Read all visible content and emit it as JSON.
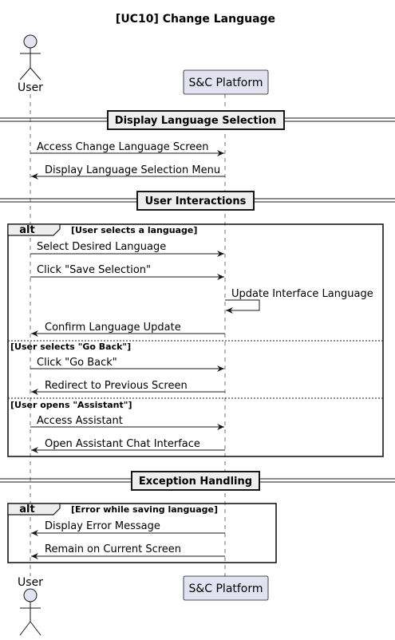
{
  "title": "[UC10] Change Language",
  "participants": {
    "user": {
      "label": "User"
    },
    "platform": {
      "label": "S&C Platform"
    }
  },
  "dividers": [
    "Display Language Selection",
    "User Interactions",
    "Exception Handling"
  ],
  "alt_label": "alt",
  "alt1": {
    "conditions": [
      "[User selects a language]",
      "[User selects \"Go Back\"]",
      "[User opens \"Assistant\"]"
    ]
  },
  "alt2": {
    "conditions": [
      "[Error while saving language]"
    ]
  },
  "messages": [
    {
      "from": "user",
      "to": "platform",
      "text": "Access Change Language Screen"
    },
    {
      "from": "platform",
      "to": "user",
      "text": "Display Language Selection Menu"
    },
    {
      "from": "user",
      "to": "platform",
      "text": "Select Desired Language"
    },
    {
      "from": "user",
      "to": "platform",
      "text": "Click \"Save Selection\""
    },
    {
      "from": "platform",
      "to": "platform",
      "text": "Update Interface Language"
    },
    {
      "from": "platform",
      "to": "user",
      "text": "Confirm Language Update"
    },
    {
      "from": "user",
      "to": "platform",
      "text": "Click \"Go Back\""
    },
    {
      "from": "platform",
      "to": "user",
      "text": "Redirect to Previous Screen"
    },
    {
      "from": "user",
      "to": "platform",
      "text": "Access Assistant"
    },
    {
      "from": "platform",
      "to": "user",
      "text": "Open Assistant Chat Interface"
    },
    {
      "from": "platform",
      "to": "user",
      "text": "Display Error Message"
    },
    {
      "from": "platform",
      "to": "user",
      "text": "Remain on Current Screen"
    }
  ],
  "colors": {
    "participant_fill": "#e2e2f0",
    "divider_fill": "#eeeeee",
    "line": "#181818"
  }
}
